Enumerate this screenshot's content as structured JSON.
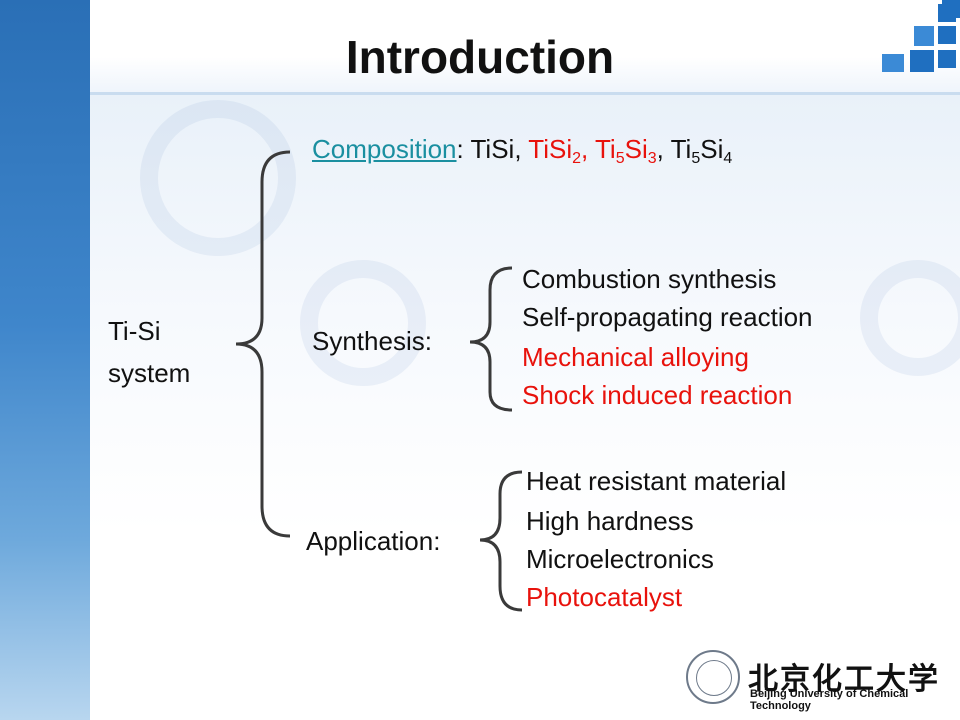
{
  "slide": {
    "title": "Introduction",
    "root_label_line1": "Ti-Si",
    "root_label_line2": "system"
  },
  "composition": {
    "label": "Composition",
    "sep": ": ",
    "item1": "TiSi",
    "comma1": ", ",
    "item2_base": "TiSi",
    "item2_sub": "2",
    "comma2": ", ",
    "item3_a": "Ti",
    "item3_sub1": "5",
    "item3_b": "Si",
    "item3_sub2": "3",
    "comma3": ", ",
    "item4_a": "Ti",
    "item4_sub1": "5",
    "item4_b": "Si",
    "item4_sub2": "4"
  },
  "synthesis": {
    "label": "Synthesis:",
    "items": [
      "Combustion synthesis",
      "Self-propagating reaction",
      "Mechanical alloying",
      "Shock induced reaction"
    ]
  },
  "application": {
    "label": "Application:",
    "items": [
      "Heat resistant material",
      "High hardness",
      "Microelectronics",
      "Photocatalyst"
    ]
  },
  "logo": {
    "chinese": "北京化工大学",
    "english": "Beijing University of Chemical Technology"
  },
  "colors": {
    "accent_red": "#e8120c",
    "link_teal": "#1a8fa0",
    "brand_blue": "#1f6fc0"
  }
}
